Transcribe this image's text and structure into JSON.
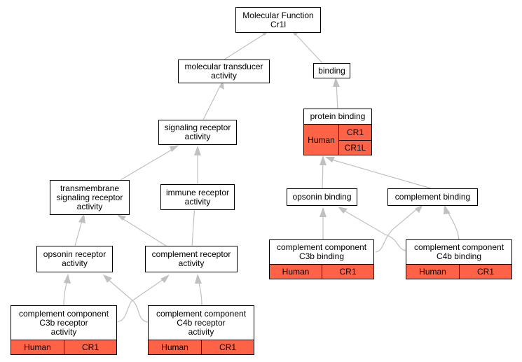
{
  "colors": {
    "edge": "#c0c0c0",
    "annotation_fill": "#ff6347",
    "node_border": "#000000"
  },
  "nodes": {
    "root": "Molecular Function\nCr1l",
    "transducer": "molecular transducer\nactivity",
    "binding": "binding",
    "signaling": "signaling receptor\nactivity",
    "protein_binding": "protein binding",
    "transmembrane": "transmembrane\nsignaling receptor\nactivity",
    "immune": "immune receptor\nactivity",
    "opsonin_binding": "opsonin binding",
    "complement_binding": "complement binding",
    "opsonin_receptor": "opsonin receptor\nactivity",
    "complement_receptor": "complement receptor\nactivity",
    "c3b_binding": "complement component\nC3b binding",
    "c4b_binding": "complement component\nC4b binding",
    "c3b_receptor": "complement component\nC3b receptor\nactivity",
    "c4b_receptor": "complement component\nC4b receptor\nactivity"
  },
  "annotations": {
    "protein_binding": {
      "species": "Human",
      "genes": [
        "CR1",
        "CR1L"
      ]
    },
    "c3b_binding": {
      "species": "Human",
      "genes": [
        "CR1"
      ]
    },
    "c4b_binding": {
      "species": "Human",
      "genes": [
        "CR1"
      ]
    },
    "c3b_receptor": {
      "species": "Human",
      "genes": [
        "CR1"
      ]
    },
    "c4b_receptor": {
      "species": "Human",
      "genes": [
        "CR1"
      ]
    }
  }
}
